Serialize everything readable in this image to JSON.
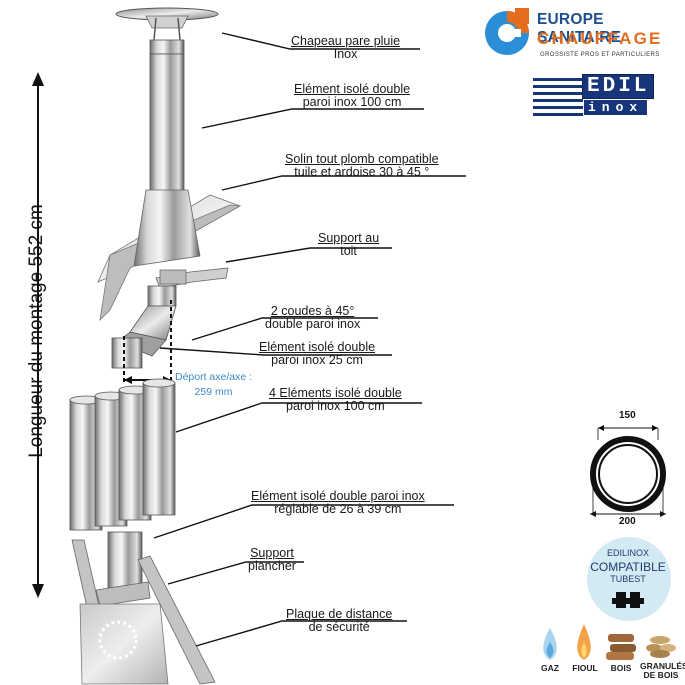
{
  "vertical_label": "Longueur du montage  552 cm",
  "labels": [
    {
      "id": "chapeau",
      "l1": "Chapeau pare pluie",
      "l2": "Inox"
    },
    {
      "id": "element-100-top",
      "l1": "Elément isolé double",
      "l2": "paroi inox 100 cm"
    },
    {
      "id": "solin",
      "l1": "Solin tout plomb compatible",
      "l2": "tuile et ardoise 30 à 45 °"
    },
    {
      "id": "support-toit",
      "l1": "Support au",
      "l2": "toit"
    },
    {
      "id": "coudes",
      "l1": "2 coudes à 45°",
      "l2": "double paroi inox"
    },
    {
      "id": "element-25",
      "l1": "Elément isolé double",
      "l2": "paroi inox 25 cm"
    },
    {
      "id": "elements-4",
      "l1": "4 Eléments isolé double",
      "l2": "paroi inox 100 cm"
    },
    {
      "id": "reglable",
      "l1": "Elément isolé double paroi inox",
      "l2": "réglable de 26 à 39 cm"
    },
    {
      "id": "support-plancher",
      "l1": "Support",
      "l2": "plancher"
    },
    {
      "id": "plaque",
      "l1": "Plaque de distance",
      "l2": "de sécurité"
    }
  ],
  "depot": {
    "line1": "Déport axe/axe :",
    "line2": "259 mm"
  },
  "brand": {
    "line1": "EUROPE SANITAIRE",
    "line2": "CHAUFFAGE",
    "tagline": "GROSSISTE PROS ET PARTICULIERS",
    "edil": "EDIL",
    "inox": "inox"
  },
  "diameter": {
    "inner": "150",
    "outer": "200"
  },
  "badge": {
    "line1": "EDILINOX",
    "line2": "COMPATIBLE",
    "line3": "TUBEST"
  },
  "fuels": [
    {
      "id": "gaz",
      "label": "GAZ"
    },
    {
      "id": "fioul",
      "label": "FIOUL"
    },
    {
      "id": "bois",
      "label": "BOIS"
    },
    {
      "id": "granules",
      "label": "GRANULÉS DE BOIS"
    }
  ],
  "colors": {
    "brand_blue": "#1d4f8f",
    "brand_orange": "#e36d1c",
    "depot_blue": "#3b8bc9",
    "badge_bg": "#d3e9f4"
  }
}
